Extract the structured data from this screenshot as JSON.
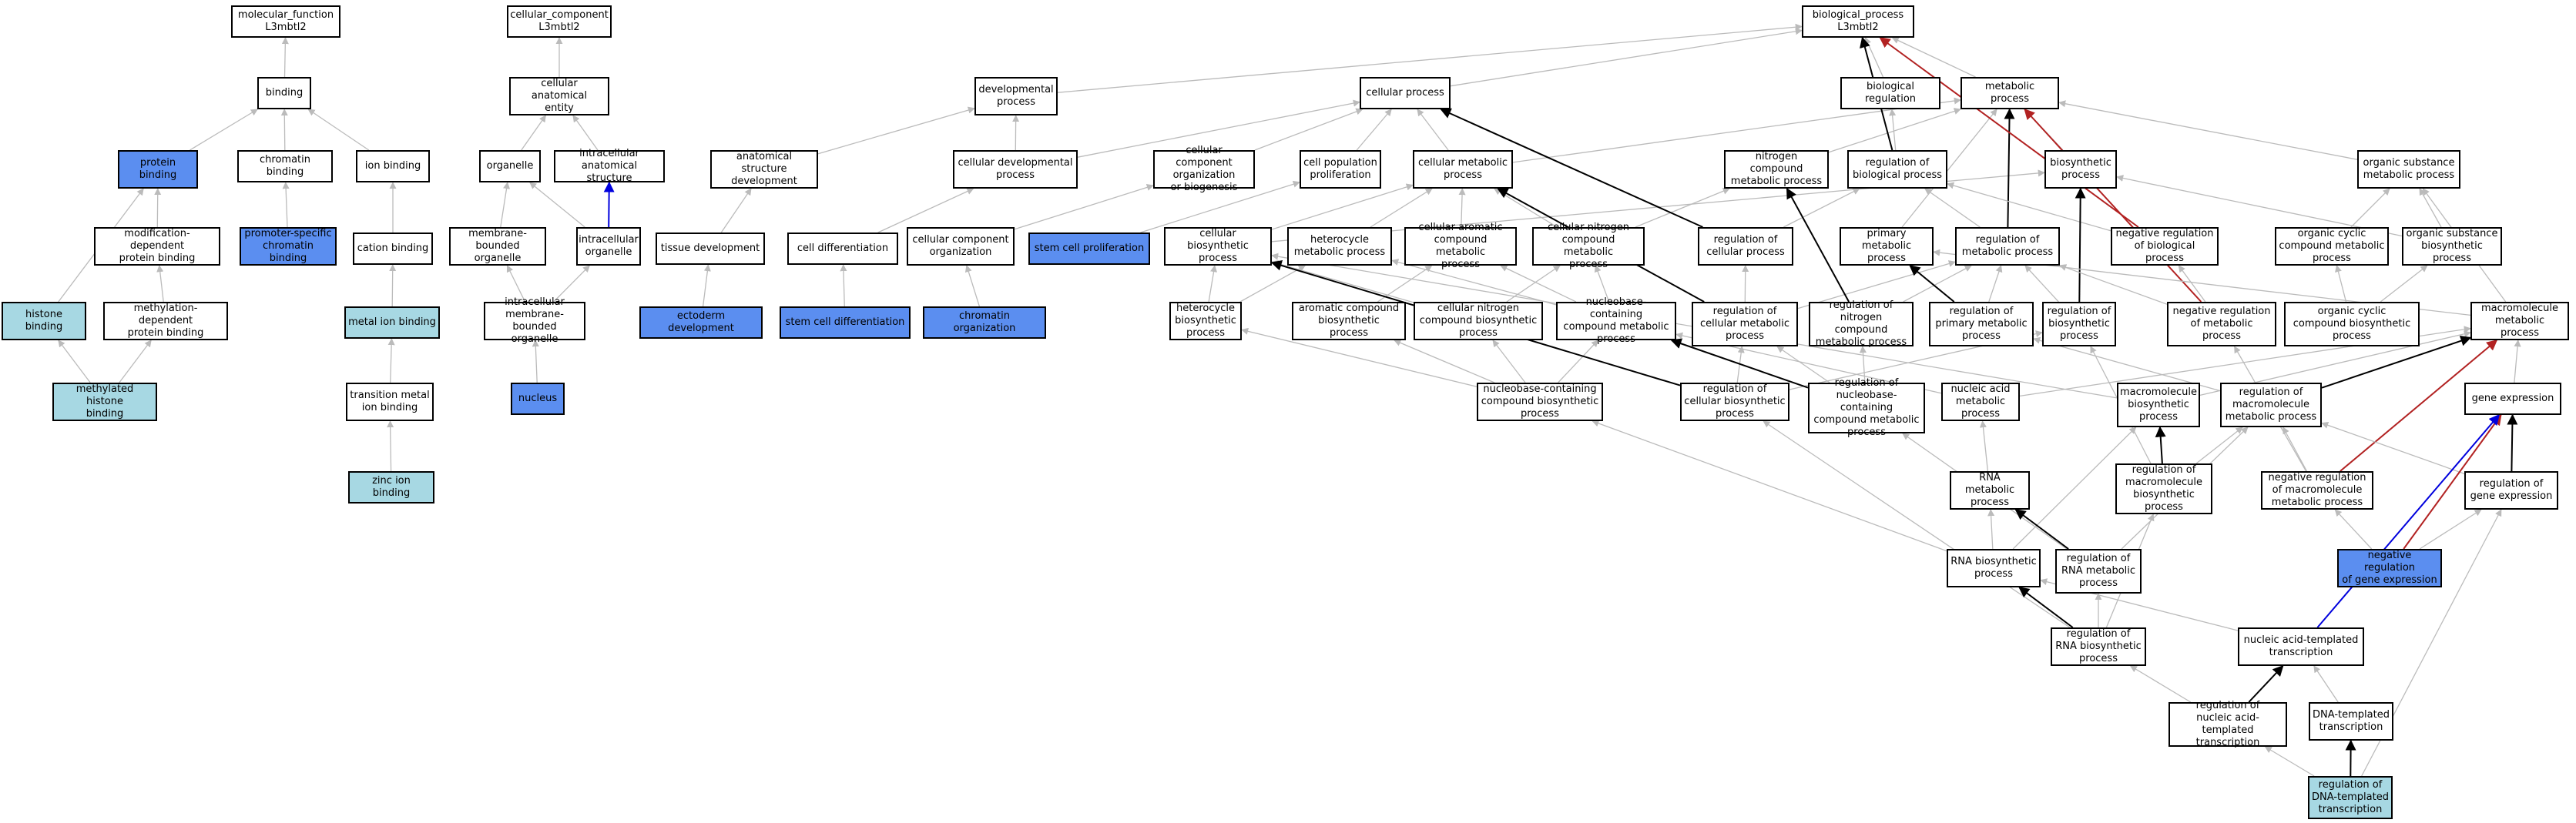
{
  "colors": {
    "default": "#ffffff",
    "blue": "#5b8ef0",
    "lightblue": "#a7d8e3",
    "edge_gray": "#bbbbbb",
    "edge_black": "#000000",
    "edge_red": "#b22222",
    "edge_blue": "#0000dd"
  },
  "nodes": [
    {
      "id": "mf",
      "label": "molecular_function\nL3mbtl2",
      "fill": "default"
    },
    {
      "id": "cc",
      "label": "cellular_component\nL3mbtl2",
      "fill": "default"
    },
    {
      "id": "bp",
      "label": "biological_process\nL3mbtl2",
      "fill": "default"
    },
    {
      "id": "binding",
      "label": "binding",
      "fill": "default"
    },
    {
      "id": "cae",
      "label": "cellular anatomical\nentity",
      "fill": "default"
    },
    {
      "id": "devproc",
      "label": "developmental\nprocess",
      "fill": "default"
    },
    {
      "id": "cellproc",
      "label": "cellular process",
      "fill": "default"
    },
    {
      "id": "bioreg",
      "label": "biological regulation",
      "fill": "default"
    },
    {
      "id": "metproc",
      "label": "metabolic process",
      "fill": "default"
    },
    {
      "id": "protbind",
      "label": "protein binding",
      "fill": "blue"
    },
    {
      "id": "chrombind",
      "label": "chromatin binding",
      "fill": "default"
    },
    {
      "id": "ionbind",
      "label": "ion binding",
      "fill": "default"
    },
    {
      "id": "organelle",
      "label": "organelle",
      "fill": "default"
    },
    {
      "id": "ias",
      "label": "intracellular\nanatomical structure",
      "fill": "default"
    },
    {
      "id": "asd",
      "label": "anatomical structure\ndevelopment",
      "fill": "default"
    },
    {
      "id": "cdp",
      "label": "cellular developmental\nprocess",
      "fill": "default"
    },
    {
      "id": "ccob",
      "label": "cellular component\norganization\nor biogenesis",
      "fill": "default"
    },
    {
      "id": "cpp",
      "label": "cell population\nproliferation",
      "fill": "default"
    },
    {
      "id": "cmp",
      "label": "cellular metabolic\nprocess",
      "fill": "default"
    },
    {
      "id": "ncmp",
      "label": "nitrogen compound\nmetabolic process",
      "fill": "default"
    },
    {
      "id": "regbp",
      "label": "regulation of\nbiological process",
      "fill": "default"
    },
    {
      "id": "biosyn",
      "label": "biosynthetic\nprocess",
      "fill": "default"
    },
    {
      "id": "osmp",
      "label": "organic substance\nmetabolic process",
      "fill": "default"
    },
    {
      "id": "mdpb",
      "label": "modification-dependent\nprotein binding",
      "fill": "default"
    },
    {
      "id": "pscb",
      "label": "promoter-specific\nchromatin binding",
      "fill": "blue"
    },
    {
      "id": "cationbind",
      "label": "cation binding",
      "fill": "default"
    },
    {
      "id": "mbo",
      "label": "membrane-bounded\norganelle",
      "fill": "default"
    },
    {
      "id": "io",
      "label": "intracellular\norganelle",
      "fill": "default"
    },
    {
      "id": "tissdev",
      "label": "tissue development",
      "fill": "default"
    },
    {
      "id": "celldiff",
      "label": "cell differentiation",
      "fill": "default"
    },
    {
      "id": "cco",
      "label": "cellular component\norganization",
      "fill": "default"
    },
    {
      "id": "scp",
      "label": "stem cell proliferation",
      "fill": "blue"
    },
    {
      "id": "cbp",
      "label": "cellular biosynthetic\nprocess",
      "fill": "default"
    },
    {
      "id": "hmp",
      "label": "heterocycle\nmetabolic process",
      "fill": "default"
    },
    {
      "id": "cacmp",
      "label": "cellular aromatic\ncompound metabolic\nprocess",
      "fill": "default"
    },
    {
      "id": "cncmp",
      "label": "cellular nitrogen\ncompound metabolic\nprocess",
      "fill": "default"
    },
    {
      "id": "regcp",
      "label": "regulation of\ncellular process",
      "fill": "default"
    },
    {
      "id": "pmp",
      "label": "primary metabolic\nprocess",
      "fill": "default"
    },
    {
      "id": "regmp",
      "label": "regulation of\nmetabolic process",
      "fill": "default"
    },
    {
      "id": "negregbp",
      "label": "negative regulation\nof biological\nprocess",
      "fill": "default"
    },
    {
      "id": "occmp",
      "label": "organic cyclic\ncompound metabolic\nprocess",
      "fill": "default"
    },
    {
      "id": "osbp",
      "label": "organic substance\nbiosynthetic\nprocess",
      "fill": "default"
    },
    {
      "id": "hisbind",
      "label": "histone binding",
      "fill": "lightblue"
    },
    {
      "id": "mdpb2",
      "label": "methylation-dependent\nprotein binding",
      "fill": "default"
    },
    {
      "id": "mib",
      "label": "metal ion binding",
      "fill": "lightblue"
    },
    {
      "id": "imbo",
      "label": "intracellular\nmembrane-bounded\norganelle",
      "fill": "default"
    },
    {
      "id": "ectodev",
      "label": "ectoderm development",
      "fill": "blue"
    },
    {
      "id": "scd",
      "label": "stem cell differentiation",
      "fill": "blue"
    },
    {
      "id": "chromorg",
      "label": "chromatin organization",
      "fill": "blue"
    },
    {
      "id": "hbp",
      "label": "heterocycle\nbiosynthetic\nprocess",
      "fill": "default"
    },
    {
      "id": "acbp",
      "label": "aromatic compound\nbiosynthetic\nprocess",
      "fill": "default"
    },
    {
      "id": "cncbp",
      "label": "cellular nitrogen\ncompound biosynthetic\nprocess",
      "fill": "default"
    },
    {
      "id": "nbcmp",
      "label": "nucleobase-containing\ncompound metabolic\nprocess",
      "fill": "default"
    },
    {
      "id": "regcmp",
      "label": "regulation of\ncellular metabolic\nprocess",
      "fill": "default"
    },
    {
      "id": "regncmp",
      "label": "regulation of\nnitrogen compound\nmetabolic process",
      "fill": "default"
    },
    {
      "id": "regpmp",
      "label": "regulation of\nprimary metabolic\nprocess",
      "fill": "default"
    },
    {
      "id": "regbiosyn",
      "label": "regulation of\nbiosynthetic\nprocess",
      "fill": "default"
    },
    {
      "id": "negregmp",
      "label": "negative regulation\nof metabolic\nprocess",
      "fill": "default"
    },
    {
      "id": "occbp",
      "label": "organic cyclic\ncompound biosynthetic\nprocess",
      "fill": "default"
    },
    {
      "id": "mmp",
      "label": "macromolecule\nmetabolic process",
      "fill": "default"
    },
    {
      "id": "mhb",
      "label": "methylated histone\nbinding",
      "fill": "lightblue"
    },
    {
      "id": "tmib",
      "label": "transition metal\nion binding",
      "fill": "default"
    },
    {
      "id": "nucleus",
      "label": "nucleus",
      "fill": "blue"
    },
    {
      "id": "nbcbp",
      "label": "nucleobase-containing\ncompound biosynthetic\nprocess",
      "fill": "default"
    },
    {
      "id": "regcbp",
      "label": "regulation of\ncellular biosynthetic\nprocess",
      "fill": "default"
    },
    {
      "id": "regnbcmp",
      "label": "regulation of\nnucleobase-containing\ncompound metabolic\nprocess",
      "fill": "default"
    },
    {
      "id": "namp",
      "label": "nucleic acid\nmetabolic process",
      "fill": "default"
    },
    {
      "id": "mbp",
      "label": "macromolecule\nbiosynthetic\nprocess",
      "fill": "default"
    },
    {
      "id": "regmmp",
      "label": "regulation of\nmacromolecule\nmetabolic process",
      "fill": "default"
    },
    {
      "id": "geneexp",
      "label": "gene expression",
      "fill": "default"
    },
    {
      "id": "zib",
      "label": "zinc ion binding",
      "fill": "lightblue"
    },
    {
      "id": "rnamp",
      "label": "RNA metabolic\nprocess",
      "fill": "default"
    },
    {
      "id": "regmbp",
      "label": "regulation of\nmacromolecule\nbiosynthetic\nprocess",
      "fill": "default"
    },
    {
      "id": "negregmmp",
      "label": "negative regulation\nof macromolecule\nmetabolic process",
      "fill": "default"
    },
    {
      "id": "reggeneexp",
      "label": "regulation of\ngene expression",
      "fill": "default"
    },
    {
      "id": "rnabp",
      "label": "RNA biosynthetic\nprocess",
      "fill": "default"
    },
    {
      "id": "regrnamp",
      "label": "regulation of\nRNA metabolic\nprocess",
      "fill": "default"
    },
    {
      "id": "negreggeneexp",
      "label": "negative regulation\nof gene expression",
      "fill": "blue"
    },
    {
      "id": "regrnabp",
      "label": "regulation of\nRNA biosynthetic\nprocess",
      "fill": "default"
    },
    {
      "id": "natt",
      "label": "nucleic acid-templated\ntranscription",
      "fill": "default"
    },
    {
      "id": "regnatt",
      "label": "regulation of\nnucleic acid-templated\ntranscription",
      "fill": "default"
    },
    {
      "id": "dtt",
      "label": "DNA-templated\ntranscription",
      "fill": "default"
    },
    {
      "id": "regdtt",
      "label": "regulation of\nDNA-templated\ntranscription",
      "fill": "lightblue"
    }
  ],
  "edges": [
    {
      "from": "binding",
      "to": "mf",
      "color": "gray"
    },
    {
      "from": "protbind",
      "to": "binding",
      "color": "gray"
    },
    {
      "from": "chrombind",
      "to": "binding",
      "color": "gray"
    },
    {
      "from": "ionbind",
      "to": "binding",
      "color": "gray"
    },
    {
      "from": "mdpb",
      "to": "protbind",
      "color": "gray"
    },
    {
      "from": "hisbind",
      "to": "protbind",
      "color": "gray"
    },
    {
      "from": "pscb",
      "to": "chrombind",
      "color": "gray"
    },
    {
      "from": "cationbind",
      "to": "ionbind",
      "color": "gray"
    },
    {
      "from": "mdpb2",
      "to": "mdpb",
      "color": "gray"
    },
    {
      "from": "mib",
      "to": "cationbind",
      "color": "gray"
    },
    {
      "from": "mhb",
      "to": "hisbind",
      "color": "gray"
    },
    {
      "from": "mhb",
      "to": "mdpb2",
      "color": "gray"
    },
    {
      "from": "tmib",
      "to": "mib",
      "color": "gray"
    },
    {
      "from": "zib",
      "to": "tmib",
      "color": "gray"
    },
    {
      "from": "cae",
      "to": "cc",
      "color": "gray"
    },
    {
      "from": "organelle",
      "to": "cae",
      "color": "gray"
    },
    {
      "from": "ias",
      "to": "cae",
      "color": "gray"
    },
    {
      "from": "mbo",
      "to": "organelle",
      "color": "gray"
    },
    {
      "from": "io",
      "to": "organelle",
      "color": "gray"
    },
    {
      "from": "io",
      "to": "ias",
      "color": "blue"
    },
    {
      "from": "imbo",
      "to": "mbo",
      "color": "gray"
    },
    {
      "from": "imbo",
      "to": "io",
      "color": "gray"
    },
    {
      "from": "nucleus",
      "to": "imbo",
      "color": "gray"
    },
    {
      "from": "devproc",
      "to": "bp",
      "color": "gray"
    },
    {
      "from": "cellproc",
      "to": "bp",
      "color": "gray"
    },
    {
      "from": "bioreg",
      "to": "bp",
      "color": "gray"
    },
    {
      "from": "metproc",
      "to": "bp",
      "color": "gray"
    },
    {
      "from": "asd",
      "to": "devproc",
      "color": "gray"
    },
    {
      "from": "cdp",
      "to": "devproc",
      "color": "gray"
    },
    {
      "from": "cdp",
      "to": "cellproc",
      "color": "gray"
    },
    {
      "from": "ccob",
      "to": "cellproc",
      "color": "gray"
    },
    {
      "from": "cpp",
      "to": "cellproc",
      "color": "gray"
    },
    {
      "from": "cmp",
      "to": "cellproc",
      "color": "gray"
    },
    {
      "from": "cmp",
      "to": "metproc",
      "color": "gray"
    },
    {
      "from": "ncmp",
      "to": "metproc",
      "color": "gray"
    },
    {
      "from": "regbp",
      "to": "bioreg",
      "color": "gray"
    },
    {
      "from": "regbp",
      "to": "bp",
      "color": "black"
    },
    {
      "from": "biosyn",
      "to": "metproc",
      "color": "gray"
    },
    {
      "from": "osmp",
      "to": "metproc",
      "color": "gray"
    },
    {
      "from": "tissdev",
      "to": "asd",
      "color": "gray"
    },
    {
      "from": "celldiff",
      "to": "cdp",
      "color": "gray"
    },
    {
      "from": "cco",
      "to": "ccob",
      "color": "gray"
    },
    {
      "from": "scp",
      "to": "cpp",
      "color": "gray"
    },
    {
      "from": "cbp",
      "to": "cmp",
      "color": "gray"
    },
    {
      "from": "cbp",
      "to": "biosyn",
      "color": "gray"
    },
    {
      "from": "hmp",
      "to": "cmp",
      "color": "gray"
    },
    {
      "from": "cacmp",
      "to": "cmp",
      "color": "gray"
    },
    {
      "from": "cncmp",
      "to": "cmp",
      "color": "gray"
    },
    {
      "from": "cncmp",
      "to": "ncmp",
      "color": "gray"
    },
    {
      "from": "regcp",
      "to": "regbp",
      "color": "gray"
    },
    {
      "from": "regcp",
      "to": "cellproc",
      "color": "black"
    },
    {
      "from": "pmp",
      "to": "metproc",
      "color": "gray"
    },
    {
      "from": "regmp",
      "to": "regbp",
      "color": "gray"
    },
    {
      "from": "regmp",
      "to": "metproc",
      "color": "black"
    },
    {
      "from": "negregbp",
      "to": "regbp",
      "color": "gray"
    },
    {
      "from": "negregbp",
      "to": "bp",
      "color": "red"
    },
    {
      "from": "occmp",
      "to": "osmp",
      "color": "gray"
    },
    {
      "from": "osbp",
      "to": "osmp",
      "color": "gray"
    },
    {
      "from": "osbp",
      "to": "biosyn",
      "color": "gray"
    },
    {
      "from": "ectodev",
      "to": "tissdev",
      "color": "gray"
    },
    {
      "from": "scd",
      "to": "celldiff",
      "color": "gray"
    },
    {
      "from": "chromorg",
      "to": "cco",
      "color": "gray"
    },
    {
      "from": "hbp",
      "to": "hmp",
      "color": "gray"
    },
    {
      "from": "hbp",
      "to": "cbp",
      "color": "gray"
    },
    {
      "from": "acbp",
      "to": "cacmp",
      "color": "gray"
    },
    {
      "from": "cncbp",
      "to": "cncmp",
      "color": "gray"
    },
    {
      "from": "cncbp",
      "to": "cbp",
      "color": "gray"
    },
    {
      "from": "nbcmp",
      "to": "hmp",
      "color": "gray"
    },
    {
      "from": "nbcmp",
      "to": "cacmp",
      "color": "gray"
    },
    {
      "from": "nbcmp",
      "to": "cncmp",
      "color": "gray"
    },
    {
      "from": "regcmp",
      "to": "regcp",
      "color": "gray"
    },
    {
      "from": "regcmp",
      "to": "regmp",
      "color": "gray"
    },
    {
      "from": "regcmp",
      "to": "cmp",
      "color": "black"
    },
    {
      "from": "regncmp",
      "to": "regmp",
      "color": "gray"
    },
    {
      "from": "regncmp",
      "to": "ncmp",
      "color": "black"
    },
    {
      "from": "regpmp",
      "to": "regmp",
      "color": "gray"
    },
    {
      "from": "regpmp",
      "to": "pmp",
      "color": "black"
    },
    {
      "from": "regbiosyn",
      "to": "regmp",
      "color": "gray"
    },
    {
      "from": "regbiosyn",
      "to": "biosyn",
      "color": "black"
    },
    {
      "from": "negregmp",
      "to": "regmp",
      "color": "gray"
    },
    {
      "from": "negregmp",
      "to": "negregbp",
      "color": "gray"
    },
    {
      "from": "negregmp",
      "to": "metproc",
      "color": "red"
    },
    {
      "from": "occbp",
      "to": "occmp",
      "color": "gray"
    },
    {
      "from": "occbp",
      "to": "osbp",
      "color": "gray"
    },
    {
      "from": "mmp",
      "to": "pmp",
      "color": "gray"
    },
    {
      "from": "mmp",
      "to": "osmp",
      "color": "gray"
    },
    {
      "from": "nbcbp",
      "to": "nbcmp",
      "color": "gray"
    },
    {
      "from": "nbcbp",
      "to": "hbp",
      "color": "gray"
    },
    {
      "from": "nbcbp",
      "to": "acbp",
      "color": "gray"
    },
    {
      "from": "nbcbp",
      "to": "cncbp",
      "color": "gray"
    },
    {
      "from": "regcbp",
      "to": "regcmp",
      "color": "gray"
    },
    {
      "from": "regcbp",
      "to": "regbiosyn",
      "color": "gray"
    },
    {
      "from": "regcbp",
      "to": "cbp",
      "color": "black"
    },
    {
      "from": "regnbcmp",
      "to": "regcmp",
      "color": "gray"
    },
    {
      "from": "regnbcmp",
      "to": "regncmp",
      "color": "gray"
    },
    {
      "from": "regnbcmp",
      "to": "nbcmp",
      "color": "black"
    },
    {
      "from": "namp",
      "to": "nbcmp",
      "color": "gray"
    },
    {
      "from": "namp",
      "to": "mmp",
      "color": "gray"
    },
    {
      "from": "mbp",
      "to": "mmp",
      "color": "gray"
    },
    {
      "from": "mbp",
      "to": "cbp",
      "color": "gray"
    },
    {
      "from": "regmmp",
      "to": "regpmp",
      "color": "gray"
    },
    {
      "from": "regmmp",
      "to": "mmp",
      "color": "black"
    },
    {
      "from": "geneexp",
      "to": "mmp",
      "color": "gray"
    },
    {
      "from": "rnamp",
      "to": "namp",
      "color": "gray"
    },
    {
      "from": "regmbp",
      "to": "regmmp",
      "color": "gray"
    },
    {
      "from": "regmbp",
      "to": "regbiosyn",
      "color": "gray"
    },
    {
      "from": "regmbp",
      "to": "mbp",
      "color": "black"
    },
    {
      "from": "negregmmp",
      "to": "regmmp",
      "color": "gray"
    },
    {
      "from": "negregmmp",
      "to": "negregmp",
      "color": "gray"
    },
    {
      "from": "negregmmp",
      "to": "mmp",
      "color": "red"
    },
    {
      "from": "reggeneexp",
      "to": "regmmp",
      "color": "gray"
    },
    {
      "from": "reggeneexp",
      "to": "geneexp",
      "color": "black"
    },
    {
      "from": "rnabp",
      "to": "rnamp",
      "color": "gray"
    },
    {
      "from": "rnabp",
      "to": "mbp",
      "color": "gray"
    },
    {
      "from": "rnabp",
      "to": "nbcbp",
      "color": "gray"
    },
    {
      "from": "regrnamp",
      "to": "regnbcmp",
      "color": "gray"
    },
    {
      "from": "regrnamp",
      "to": "regmmp",
      "color": "gray"
    },
    {
      "from": "regrnamp",
      "to": "rnamp",
      "color": "black"
    },
    {
      "from": "negreggeneexp",
      "to": "reggeneexp",
      "color": "gray"
    },
    {
      "from": "negreggeneexp",
      "to": "negregmmp",
      "color": "gray"
    },
    {
      "from": "negreggeneexp",
      "to": "geneexp",
      "color": "red"
    },
    {
      "from": "regrnabp",
      "to": "regrnamp",
      "color": "gray"
    },
    {
      "from": "regrnabp",
      "to": "regmbp",
      "color": "gray"
    },
    {
      "from": "regrnabp",
      "to": "regcbp",
      "color": "gray"
    },
    {
      "from": "regrnabp",
      "to": "rnabp",
      "color": "black"
    },
    {
      "from": "natt",
      "to": "rnabp",
      "color": "gray"
    },
    {
      "from": "natt",
      "to": "geneexp",
      "color": "blue"
    },
    {
      "from": "regnatt",
      "to": "regrnabp",
      "color": "gray"
    },
    {
      "from": "regnatt",
      "to": "natt",
      "color": "black"
    },
    {
      "from": "dtt",
      "to": "natt",
      "color": "gray"
    },
    {
      "from": "regdtt",
      "to": "regnatt",
      "color": "gray"
    },
    {
      "from": "regdtt",
      "to": "dtt",
      "color": "black"
    },
    {
      "from": "regdtt",
      "to": "reggeneexp",
      "color": "gray"
    }
  ]
}
